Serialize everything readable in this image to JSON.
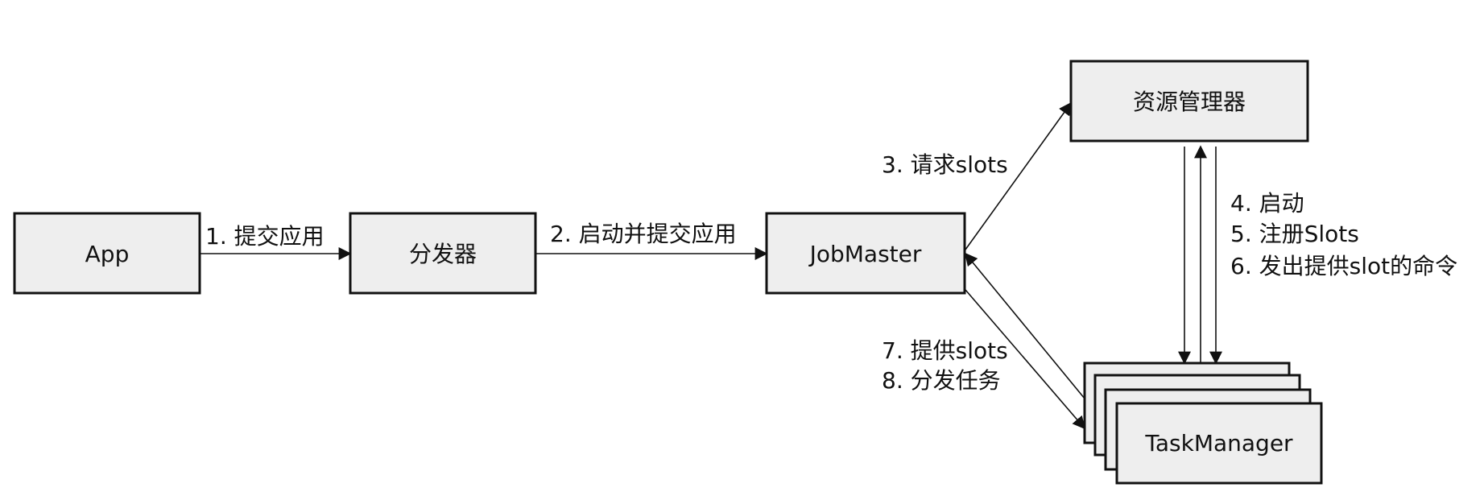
{
  "nodes": {
    "app": "App",
    "dispatcher": "分发器",
    "jobmaster": "JobMaster",
    "resource_manager": "资源管理器",
    "taskmanager": "TaskManager"
  },
  "edges": {
    "submit_app": "1. 提交应用",
    "start_submit": "2. 启动并提交应用",
    "request_slots": "3. 请求slots",
    "rm_steps": [
      "4. 启动",
      "5. 注册Slots",
      "6. 发出提供slot的命令"
    ],
    "jm_tm_steps": [
      "7. 提供slots",
      "8. 分发任务"
    ]
  }
}
